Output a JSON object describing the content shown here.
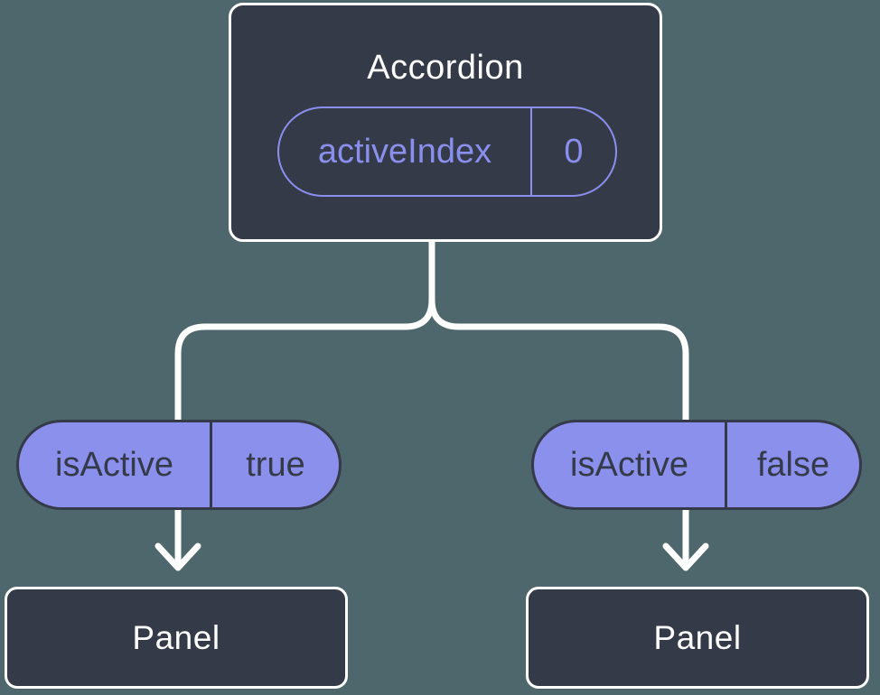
{
  "colors": {
    "background": "#4E676D",
    "node_fill": "#343A47",
    "node_border": "#FFFFFF",
    "connector": "#FFFFFF",
    "pill_fill": "#8A90EC",
    "pill_outline": "#8A8FEE",
    "pill_dark_text": "#343A47",
    "prop_text": "#8A8FEE",
    "node_text": "#FFFFFF"
  },
  "icons": {
    "arrow_down_icon": "v-chevron",
    "fork_connector": "rounded Y fork"
  },
  "root_node": {
    "label": "Accordion",
    "prop_pill": {
      "name": "activeIndex",
      "value": "0"
    }
  },
  "branches": [
    {
      "prop_pill": {
        "name": "isActive",
        "value": "true"
      },
      "child_node": {
        "label": "Panel"
      }
    },
    {
      "prop_pill": {
        "name": "isActive",
        "value": "false"
      },
      "child_node": {
        "label": "Panel"
      }
    }
  ]
}
